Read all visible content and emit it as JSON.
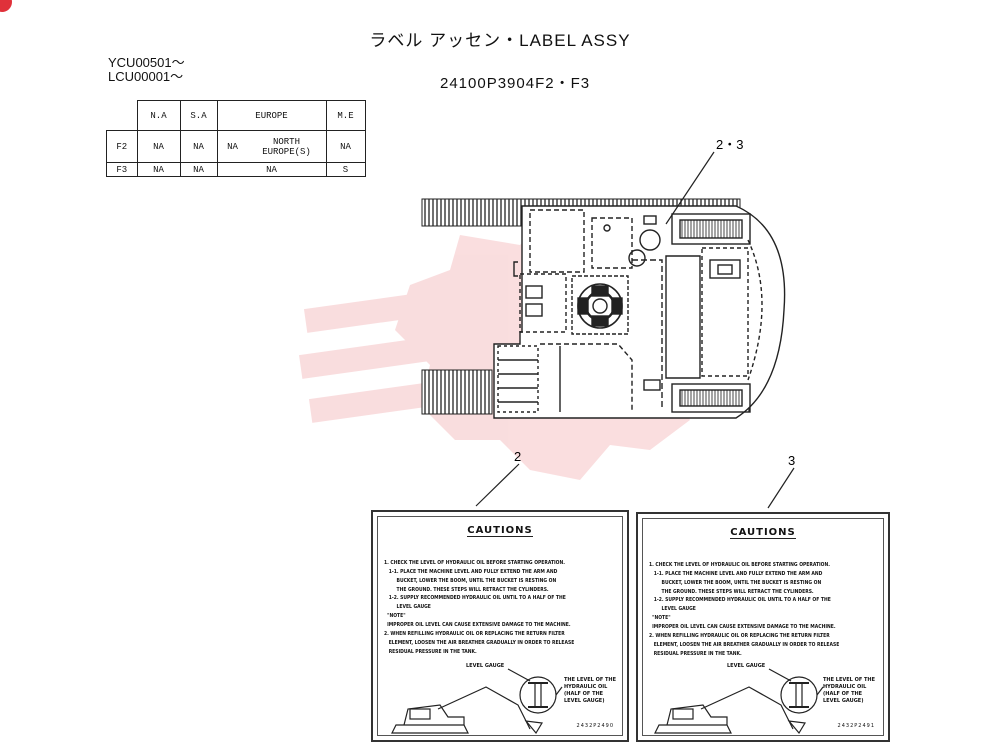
{
  "title": "ラベル アッセン・LABEL ASSY",
  "serials": [
    "YCU00501～",
    "LCU00001～"
  ],
  "part_number": "24100P3904F2・F3",
  "variants_table": {
    "headers": [
      "N.A",
      "S.A",
      "EUROPE",
      "M.E"
    ],
    "rows": [
      {
        "code": "F2",
        "na": "NA",
        "sa": "NA",
        "europe_na": "NA",
        "europe_north_line1": "NORTH",
        "europe_north_line2": "EUROPE",
        "europe_north_suffix": "(S)",
        "me": "NA"
      },
      {
        "code": "F3",
        "na": "NA",
        "sa": "NA",
        "europe": "NA",
        "me": "S"
      }
    ]
  },
  "callouts": {
    "top": "2・3",
    "left": "2",
    "right": "3"
  },
  "caution_label": {
    "heading": "CAUTIONS",
    "lines": [
      "1. CHECK THE LEVEL OF HYDRAULIC OIL BEFORE STARTING OPERATION.",
      "   1-1. PLACE THE MACHINE LEVEL AND FULLY EXTEND THE ARM AND",
      "        BUCKET, LOWER THE BOOM, UNTIL THE BUCKET IS RESTING ON",
      "        THE GROUND. THESE STEPS WILL RETRACT THE CYLINDERS.",
      "   1-2. SUPPLY RECOMMENDED HYDRAULIC OIL UNTIL TO A HALF OF THE",
      "        LEVEL GAUGE",
      "  \"NOTE\"",
      "  IMPROPER OIL LEVEL CAN CAUSE EXTENSIVE DAMAGE TO THE MACHINE.",
      "2. WHEN REFILLING HYDRAULIC OIL OR REPLACING THE RETURN FILTER",
      "   ELEMENT, LOOSEN THE AIR BREATHER GRADUALLY IN ORDER TO RELEASE",
      "   RESIDUAL PRESSURE IN THE TANK."
    ],
    "gauge_label": "LEVEL GAUGE",
    "gauge_note": "THE LEVEL OF THE\nHYDRAULIC OIL\n(HALF OF THE\nLEVEL GAUGE)",
    "code_left": "2432P2490",
    "code_right": "2432P2491"
  }
}
